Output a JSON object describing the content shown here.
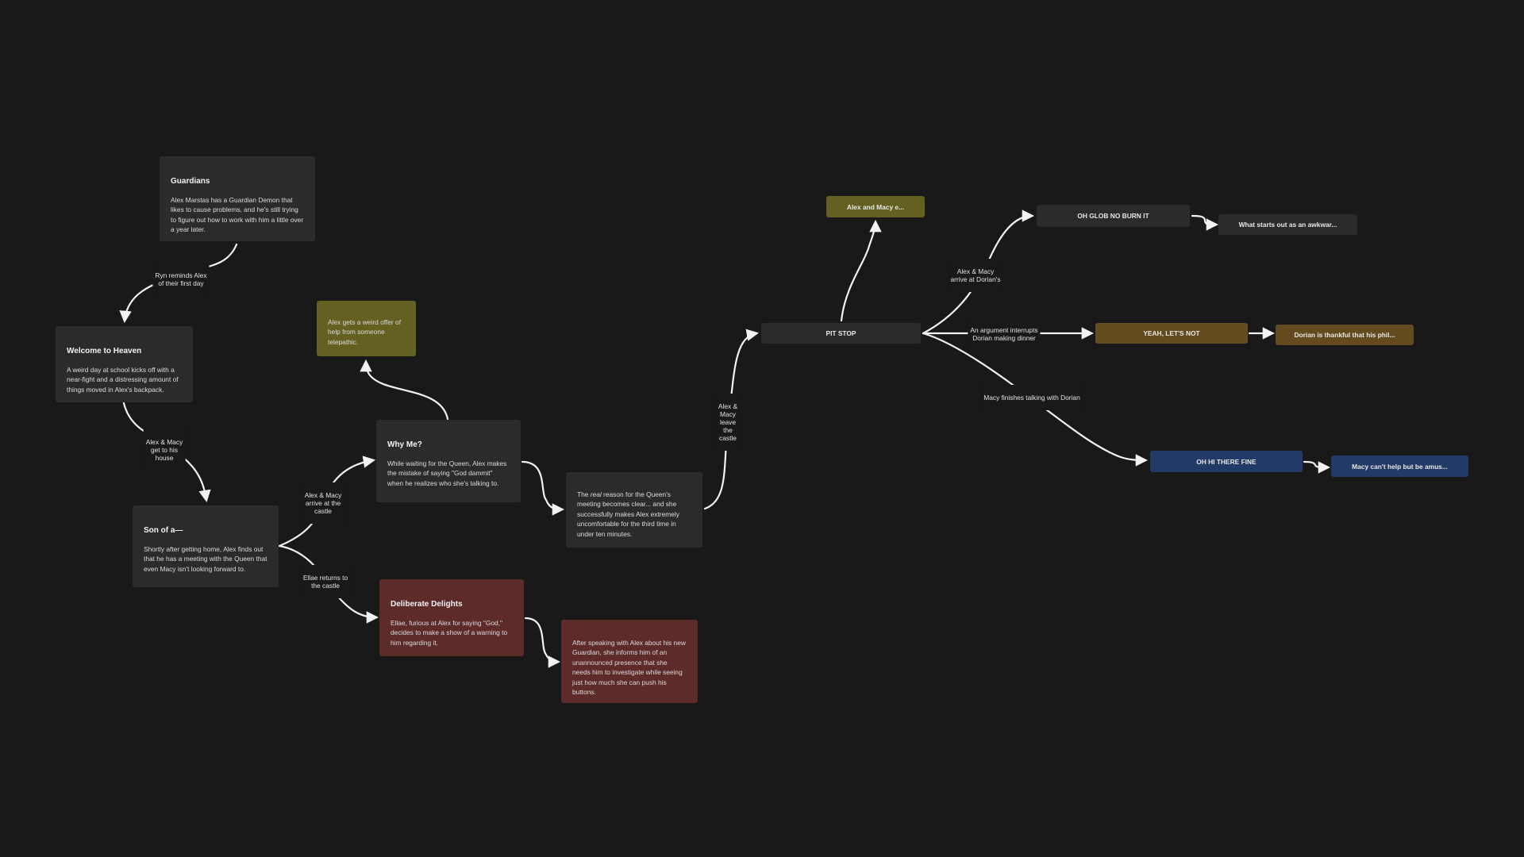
{
  "nodes": {
    "guardians": {
      "title": "Guardians",
      "body": "Alex Marstas has a Guardian Demon that likes to cause problems, and he's still trying to figure out how to work with him a little over a year later."
    },
    "welcome": {
      "title": "Welcome to Heaven",
      "body": "A weird day at school kicks off with a near-fight and a distressing amount of things moved in Alex's backpack."
    },
    "son_of": {
      "title": "Son of a—",
      "body": "Shortly after getting home, Alex finds out that he has a meeting with the Queen that even Macy isn't looking forward to."
    },
    "telepathic": {
      "body": "Alex gets a weird offer of help from someone telepathic."
    },
    "why_me": {
      "title": "Why Me?",
      "body": "While waiting for the Queen, Alex makes the mistake of saying \"God dammit\" when he realizes who she's talking to."
    },
    "real_reason": {
      "body_pre": "The ",
      "body_em": "real",
      "body_post": " reason for the Queen's meeting becomes clear... and she successfully makes Alex extremely uncomfortable for the third time in under ten minutes."
    },
    "deliberate": {
      "title": "Deliberate Delights",
      "body": "Ellae, furious at Alex for saying \"God,\" decides to make a show of a warning to him regarding it."
    },
    "after_speaking": {
      "body": "After speaking with Alex about his new Guardian, she informs him of an unannounced presence that she needs him to investigate while seeing just how much she can push his buttons."
    },
    "pit_stop": {
      "label": "PIT STOP"
    },
    "alex_macy_e": {
      "label": "Alex and Macy e..."
    },
    "oh_glob": {
      "label": "OH GLOB NO BURN IT"
    },
    "what_starts": {
      "label": "What starts out as an awkwar..."
    },
    "yeah_lets_not": {
      "label": "YEAH, LET'S NOT"
    },
    "dorian_thankful": {
      "label": "Dorian is thankful that his phil..."
    },
    "oh_hi": {
      "label": "OH HI THERE FINE"
    },
    "macy_cant": {
      "label": "Macy can't help but be amus..."
    }
  },
  "edge_labels": {
    "ryn": [
      "Ryn reminds Alex",
      "of their first day"
    ],
    "get_house": [
      "Alex & Macy",
      "get to his",
      "house"
    ],
    "arrive_castle": [
      "Alex & Macy",
      "arrive at the",
      "castle"
    ],
    "ellae_returns": [
      "Ellae returns to",
      "the castle"
    ],
    "leave_castle": [
      "Alex &",
      "Macy",
      "leave",
      "the",
      "castle"
    ],
    "arrive_dorian": [
      "Alex & Macy",
      "arrive at Dorian's"
    ],
    "argument": [
      "An argument interrupts",
      "Dorian making dinner"
    ],
    "finishes": [
      "Macy finishes talking with Dorian"
    ]
  },
  "colors": {
    "background": "#191919",
    "node_default": "#2b2b2e",
    "node_olive": "#636021",
    "node_brown": "#634a1f",
    "node_red": "#5c2b2a",
    "node_navy": "#223a66",
    "edge": "#f2f2f2"
  }
}
